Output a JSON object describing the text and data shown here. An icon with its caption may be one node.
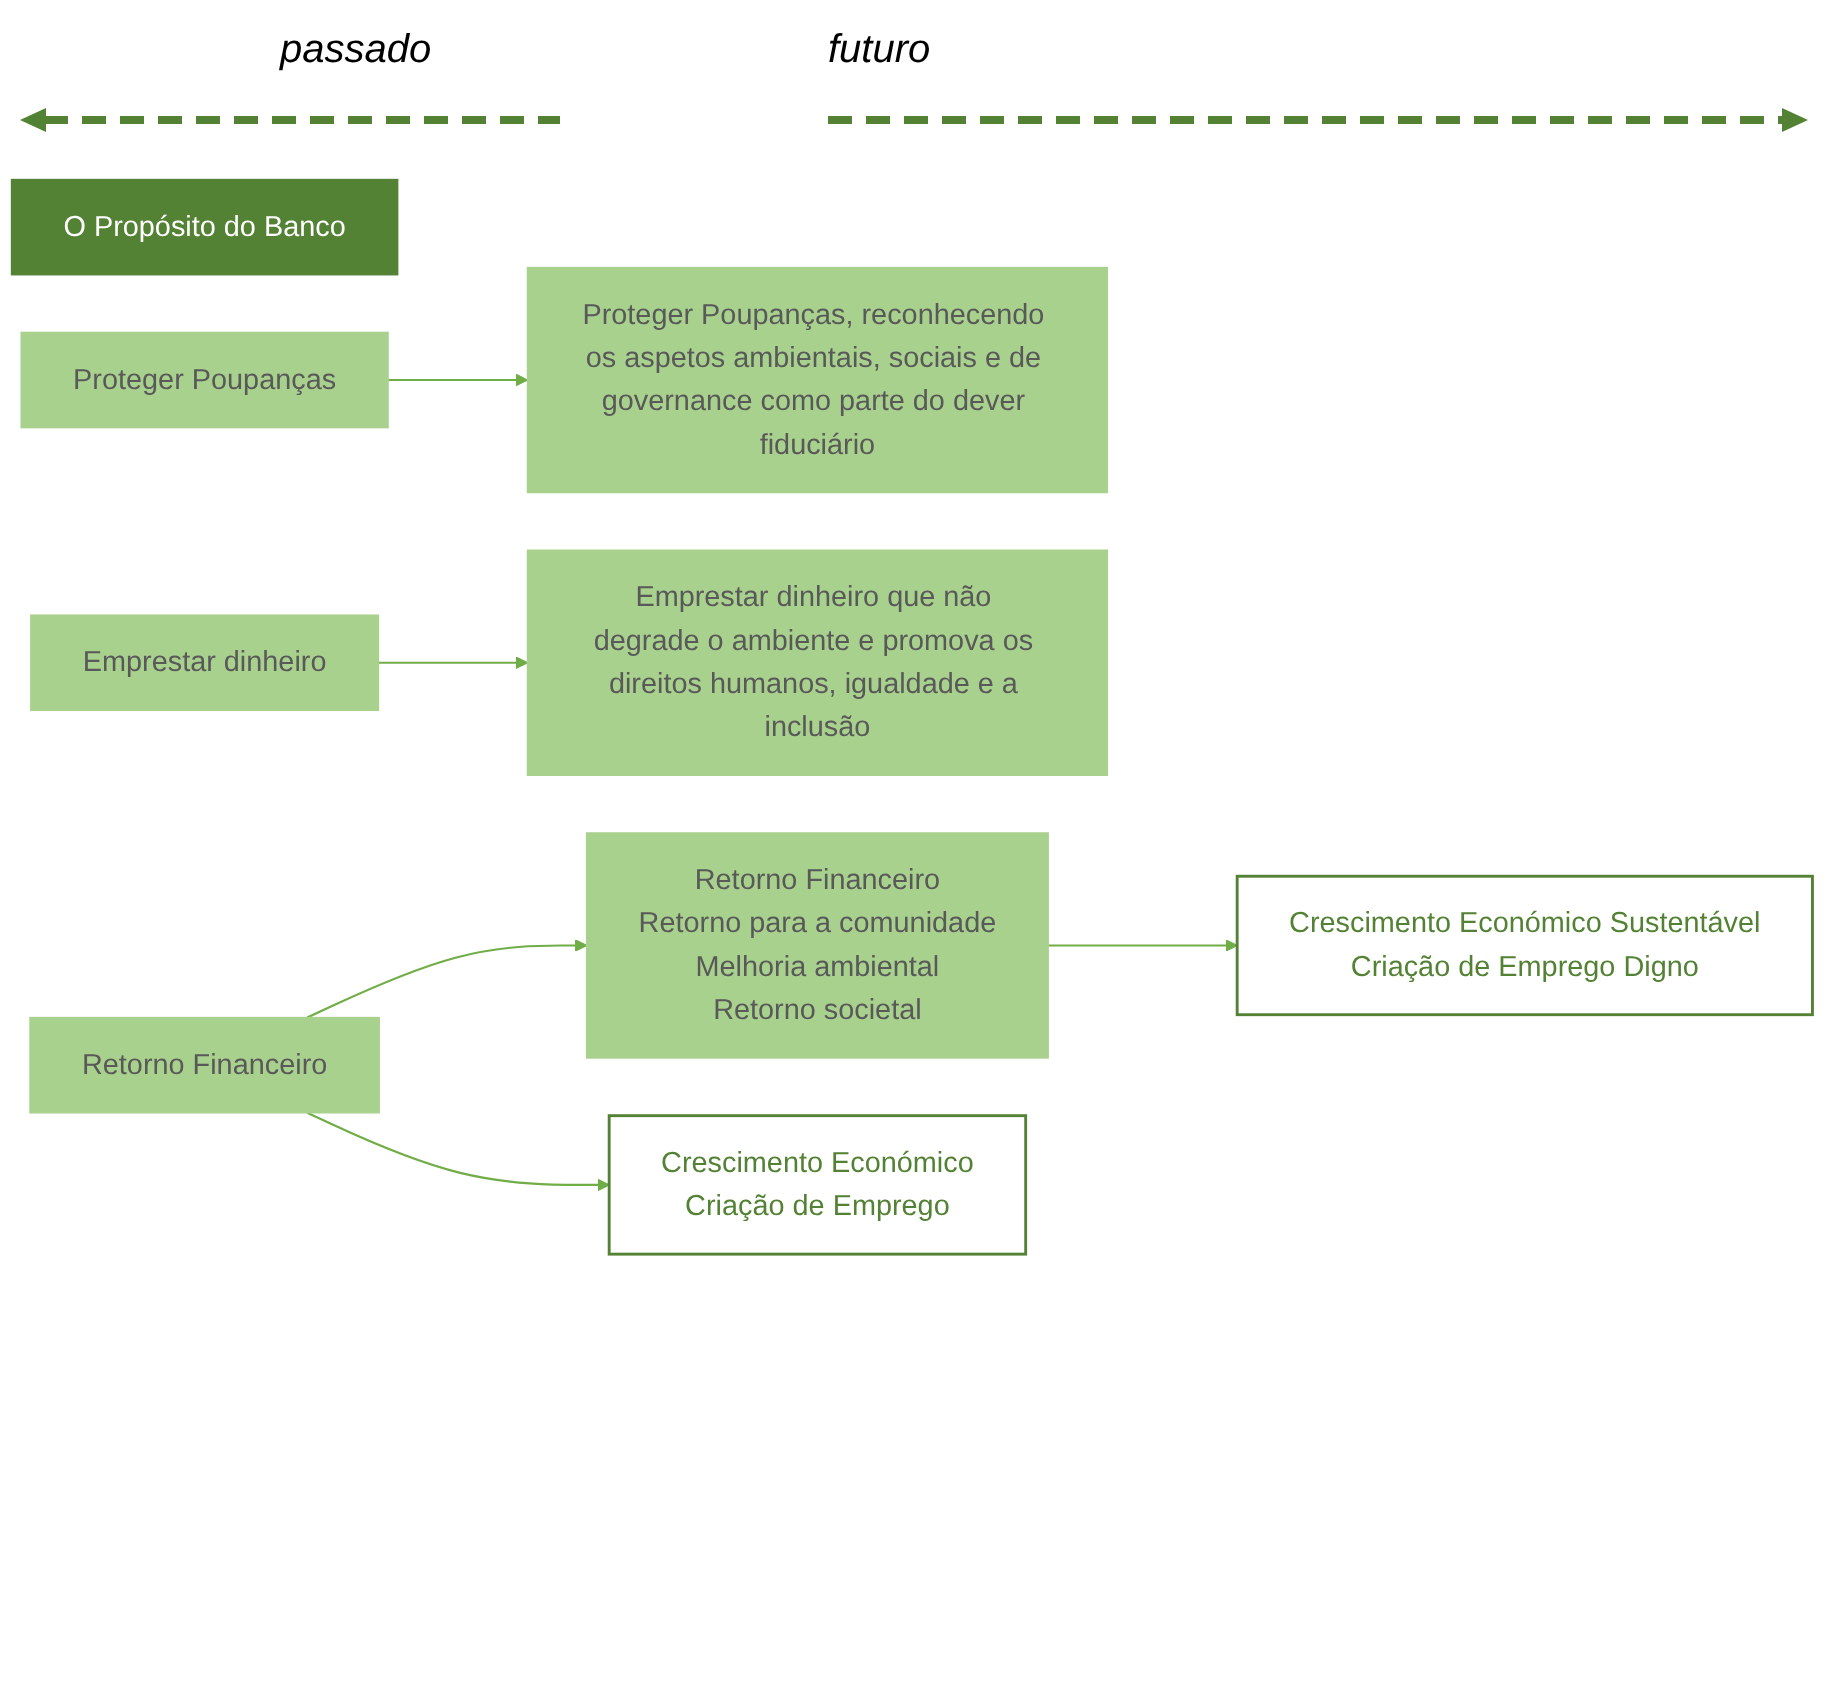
{
  "diagram": {
    "nodes": [
      {
        "text": [
          "O Propósito do Banco"
        ]
      },
      {
        "text": [
          "Proteger Poupanças"
        ]
      },
      {
        "text": [
          "Proteger Poupanças, reconhecendo os aspetos ambientais, sociais e de governance como parte do dever fiduciário"
        ]
      },
      {
        "text": [
          "Emprestar dinheiro"
        ]
      },
      {
        "text": [
          "Emprestar dinheiro que não degrade o ambiente e promova os direitos humanos, igualdade e a inclusão"
        ]
      },
      {
        "text": [
          "Retorno Financeiro"
        ]
      },
      {
        "text": [
          "Retorno Financeiro",
          "Retorno para a comunidade",
          "Melhoria ambiental",
          "Retorno societal"
        ]
      },
      {
        "text": [
          "Crescimento Económico",
          "Criação de Emprego"
        ]
      },
      {
        "text": [
          "Crescimento Económico Sustentável",
          "Criação de Emprego Digno"
        ]
      }
    ],
    "edges": [
      {
        "from": 1,
        "to": 2,
        "arrow": "to"
      },
      {
        "from": 3,
        "to": 4,
        "arrow": "to"
      },
      {
        "from": 5,
        "to": 6,
        "arrow": "to"
      },
      {
        "from": 5,
        "to": 7,
        "arrow": "to"
      },
      {
        "from": 6,
        "to": 8,
        "arrow": "to"
      }
    ],
    "labels": [
      "passado",
      "futuro"
    ]
  }
}
